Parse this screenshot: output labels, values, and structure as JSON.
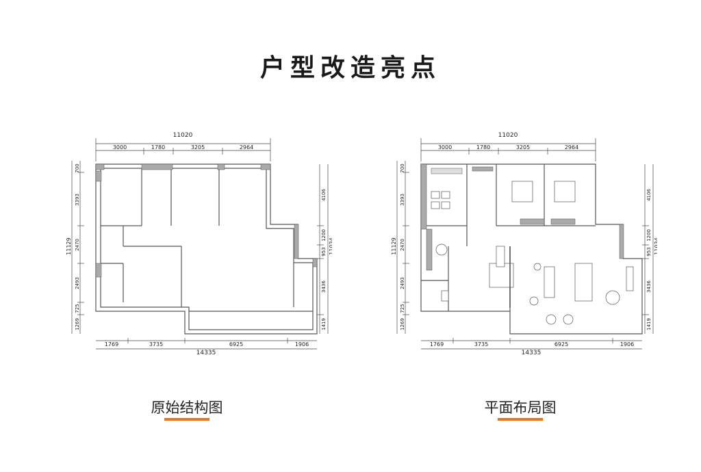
{
  "title": "户型改造亮点",
  "colors": {
    "accent": "#e8731a",
    "wall": "#555555",
    "wall_fill": "#b0b0b0"
  },
  "plans": [
    {
      "caption": "原始结构图",
      "dims": {
        "top_total": "11020",
        "top_1": "3000",
        "top_2": "1780",
        "top_3": "3205",
        "top_4": "2964",
        "bottom_total": "14335",
        "bottom_1": "1769",
        "bottom_2": "3735",
        "bottom_3": "6925",
        "bottom_4": "1906",
        "left_total": "11129",
        "left_1": "700",
        "left_2": "3393",
        "left_3": "2470",
        "left_4": "2493",
        "left_5": "725",
        "left_6": "1269",
        "right_total": "11034",
        "right_1": "4106",
        "right_2": "1200",
        "right_3": "953",
        "right_4": "3436",
        "right_5": "1419"
      }
    },
    {
      "caption": "平面布局图",
      "dims": {
        "top_total": "11020",
        "top_1": "3000",
        "top_2": "1780",
        "top_3": "3205",
        "top_4": "2964",
        "bottom_total": "14335",
        "bottom_1": "1769",
        "bottom_2": "3735",
        "bottom_3": "6925",
        "bottom_4": "1906",
        "left_total": "11129",
        "left_1": "700",
        "left_2": "3393",
        "left_3": "2470",
        "left_4": "2493",
        "left_5": "725",
        "left_6": "1269",
        "right_total": "11034",
        "right_1": "4106",
        "right_2": "1200",
        "right_3": "953",
        "right_4": "3436",
        "right_5": "1419"
      }
    }
  ]
}
